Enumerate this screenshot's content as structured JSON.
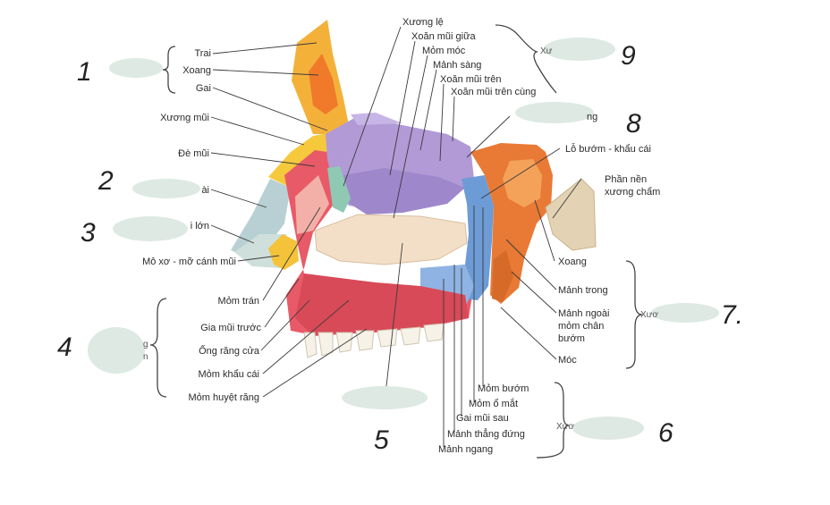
{
  "labels": {
    "frontal": [
      "Trai",
      "Xoang",
      "Gai"
    ],
    "xuong_mui": "Xương mũi",
    "de_mui": "Đè mũi",
    "lon": "i lớn",
    "ai_frag": "ài",
    "mo_xo_mo": "Mô xơ - mỡ cánh mũi",
    "mom_tran": "Mỏm trán",
    "gai_mui_truoc": "Gia mũi trước",
    "ong_rang_cua": "Ống răng cửa",
    "mom_khau_cai": "Mỏm khẩu cái",
    "mom_huyet_rang": "Mỏm huyệt răng",
    "ethmoid_top": [
      "Xương lệ",
      "Xoăn mũi giữa",
      "Mỏm móc",
      "Mảnh sàng",
      "Xoăn mũi trên",
      "Xoăn mũi trên cùng"
    ],
    "ng_frag": "ng",
    "lo_buom": "Lỗ bướm - khẩu cái",
    "phan_nen": [
      "Phần nền",
      "xương chẩm"
    ],
    "sphenoid_right": [
      "Xoang",
      "Mảnh trong",
      "Mảnh ngoài",
      "mỏm chân",
      "bướm",
      "Móc"
    ],
    "palatine_bottom": [
      "Mỏm bướm",
      "Mỏm ổ mắt",
      "Gai mũi sau",
      "Mảnh thẳng đứng",
      "Mảnh ngang"
    ]
  },
  "group_labels": {
    "xu_top": "Xư",
    "xuo_right": "Xươ",
    "xuo_bottom": "Xươ",
    "g_left": "g",
    "n_left": "n"
  },
  "handwritten_numbers": [
    "1",
    "2",
    "3",
    "4",
    "5",
    "6",
    "7.",
    "8",
    "9"
  ],
  "colors": {
    "frontal": "#f4b13a",
    "frontal_sinus": "#f07a2a",
    "nasal_bone": "#f6c93c",
    "ethmoid": "#b29ad6",
    "maxilla": "#e85a67",
    "maxilla_light": "#f3b0a8",
    "inferior_concha": "#f3dfc8",
    "palatine": "#6d9bd6",
    "sphenoid": "#e87a35",
    "vomer_cartilage": "#b8d0d4",
    "occipital": "#e3d2b4",
    "teeth": "#f6f2e8",
    "blur": "#dde9e2"
  }
}
